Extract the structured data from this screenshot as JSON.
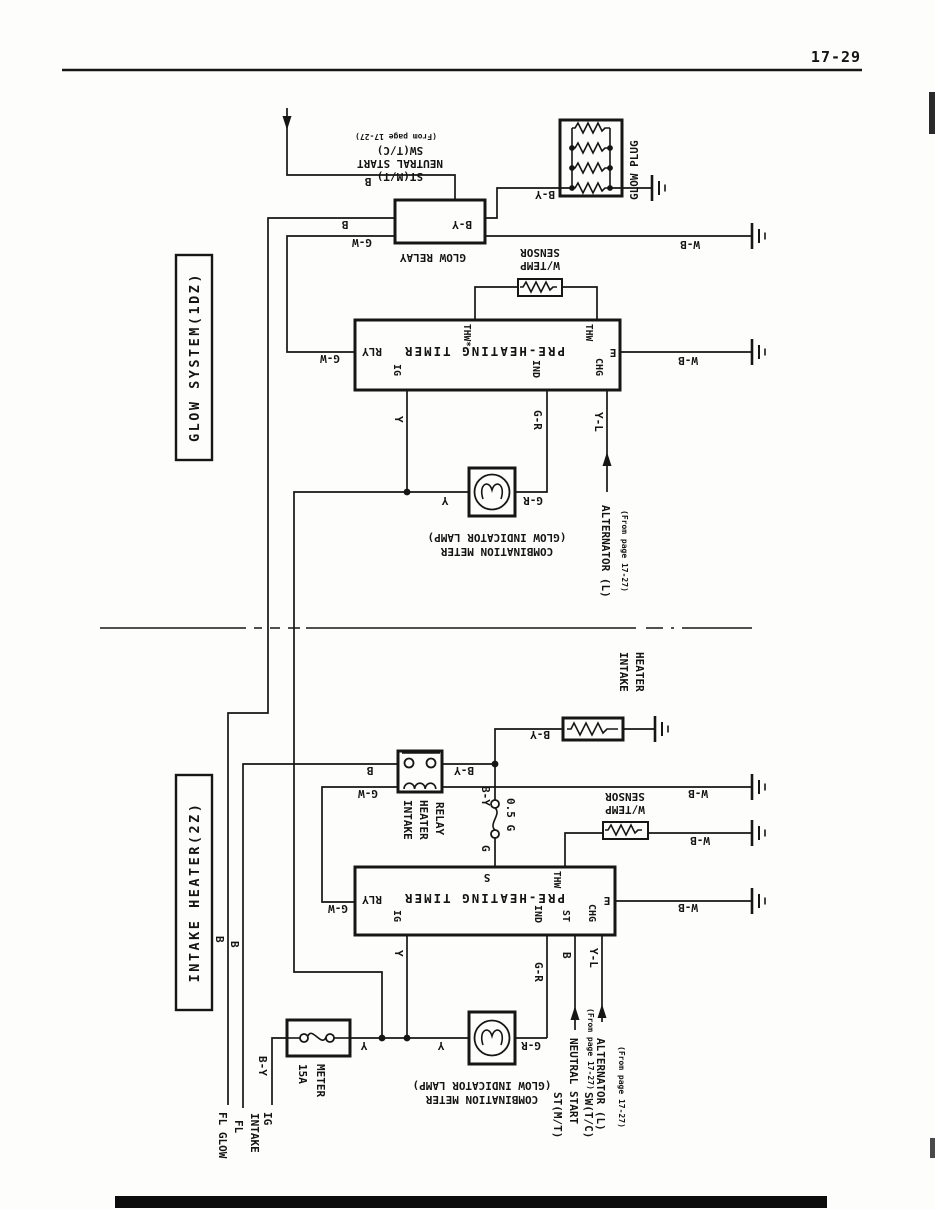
{
  "page": {
    "number": "17-29"
  },
  "wire": {
    "b": "B",
    "by": "B-Y",
    "gw": "G-W",
    "wb": "W-B",
    "y": "Y",
    "gr": "G-R",
    "yl": "Y-L",
    "g": "G",
    "fusible_link": "0.5 G"
  },
  "terminal": {
    "rly": "RLY",
    "ig": "IG",
    "ind": "IND",
    "chg": "CHG",
    "e": "E",
    "st": "ST",
    "s": "S",
    "thw": "THW",
    "thw_star": "THW*"
  },
  "glow_system": {
    "title": "GLOW SYSTEM(1DZ)",
    "relay_label": "GLOW RELAY",
    "plug_label": "GLOW PLUG",
    "timer_label": "PRE-HEATING TIMER",
    "sensor_line1": "W/TEMP",
    "sensor_line2": "SENSOR",
    "meter_line1": "COMBINATION METER",
    "meter_line2": "(GLOW INDICATOR LAMP)",
    "alternator_label": "ALTERNATOR (L)",
    "from_page": "(From page 17-27)",
    "start_line1": "ST(M/T)",
    "start_line2": "NEUTRAL START",
    "start_line3": "SW(T/C)"
  },
  "intake_system": {
    "title": "INTAKE HEATER(2Z)",
    "heater_line1": "INTAKE",
    "heater_line2": "HEATER",
    "relay_line1": "INTAKE",
    "relay_line2": "HEATER",
    "relay_line3": "RELAY",
    "timer_label": "PRE-HEATING TIMER",
    "sensor_line1": "W/TEMP",
    "sensor_line2": "SENSOR",
    "meter_line1": "COMBINATION METER",
    "meter_line2": "(GLOW INDICATOR LAMP)",
    "fuse_line1": "15A",
    "fuse_line2": "METER",
    "source_fl_glow": "FL GLOW",
    "source_fl_line1": "FL",
    "source_fl_line2": "INTAKE",
    "source_ig": "IG",
    "dest_st": "ST(M/T)",
    "dest_neutral": "NEUTRAL START",
    "dest_sw": "SW(T/C)",
    "alternator_label": "ALTERNATOR (L)",
    "from_page": "(From page 17-27)"
  }
}
